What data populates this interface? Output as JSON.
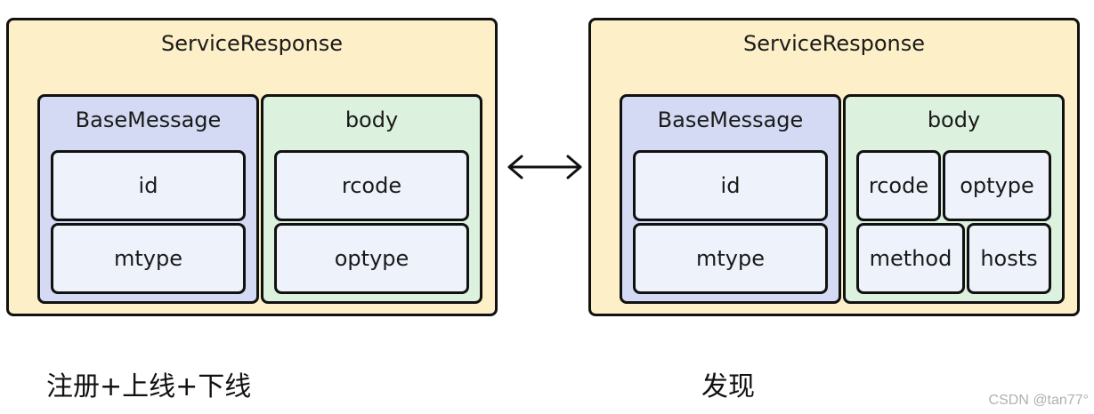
{
  "left": {
    "title": "ServiceResponse",
    "base_panel": {
      "title": "BaseMessage",
      "fields": [
        "id",
        "mtype"
      ]
    },
    "body_panel": {
      "title": "body",
      "fields": [
        "rcode",
        "optype"
      ]
    },
    "caption": "注册+上线+下线"
  },
  "right": {
    "title": "ServiceResponse",
    "base_panel": {
      "title": "BaseMessage",
      "fields": [
        "id",
        "mtype"
      ]
    },
    "body_panel": {
      "title": "body",
      "fields": [
        "rcode",
        "optype",
        "method",
        "hosts"
      ]
    },
    "caption": "发现"
  },
  "watermark": "CSDN @tan77°",
  "colors": {
    "outer_fill": "#fdefc8",
    "base_fill": "#d4daf3",
    "body_fill": "#dcf2df",
    "field_fill": "#eef2fb",
    "border": "#111111"
  }
}
